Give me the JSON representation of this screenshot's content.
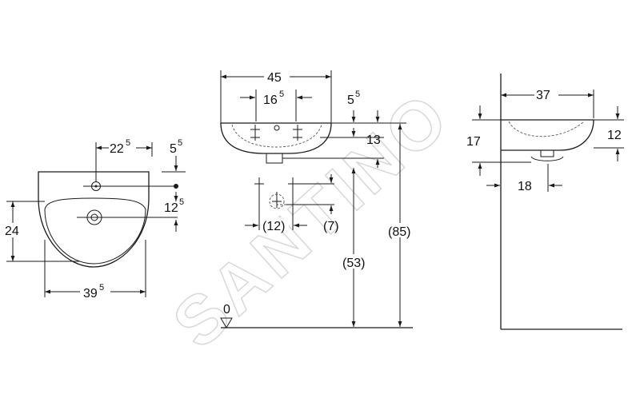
{
  "watermark": "SANTINO",
  "views": {
    "front": {
      "height_24": "24",
      "width_39_main": "39",
      "width_39_sup": "5",
      "dim_22_main": "22",
      "dim_22_sup": "5",
      "dim_5_main": "5",
      "dim_5_sup": "5",
      "dim_12_main": "12",
      "dim_12_sup": "5"
    },
    "side": {
      "width_45": "45",
      "dim_16_main": "16",
      "dim_16_sup": "5",
      "dim_5_main": "5",
      "dim_5_sup": "5",
      "dim_13": "13",
      "dim_12_paren": "(12)",
      "dim_7_paren": "(7)",
      "dim_53_paren": "(53)",
      "dim_85_paren": "(85)",
      "floor_level": "0"
    },
    "section": {
      "width_37": "37",
      "dim_17": "17",
      "dim_12": "12",
      "dim_18": "18"
    }
  }
}
